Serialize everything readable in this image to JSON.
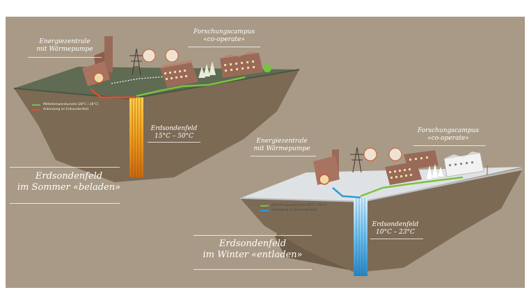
{
  "summer": {
    "title_line1": "Erdsondenfeld",
    "title_line2": "im Sommer «beladen»",
    "energy_line1": "Energiezentrale",
    "energy_line2": "mit Wärmepumpe",
    "campus_line1": "Forschungscampus",
    "campus_line2": "«co-operate»",
    "field_line1": "Erdsondenfeld",
    "field_line2": "15°C – 50°C",
    "legend": [
      {
        "label": "Mitteltemperaturnetz (28°C / 28°C)",
        "color": "#7bc142"
      },
      {
        "label": "Anbindung an Erdsondenfeld",
        "color": "#e84a2c"
      }
    ]
  },
  "winter": {
    "title_line1": "Erdsondenfeld",
    "title_line2": "im Winter «entladen»",
    "energy_line1": "Energiezentrale",
    "energy_line2": "mit Wärmepumpe",
    "campus_line1": "Forschungscampus",
    "campus_line2": "«co-operate»",
    "field_line1": "Erdsondenfeld",
    "field_line2": "10°C – 23°C",
    "legend": [
      {
        "label": "Mitteltemperaturnetz (28°C / 28°C)",
        "color": "#7bc142"
      },
      {
        "label": "Anbindung an Erdsondenfeld",
        "color": "#2f9bd6"
      }
    ]
  },
  "colors": {
    "background": "#a89a86",
    "summer_ground": "#5f6b52",
    "winter_ground": "#dfe2e4",
    "soil": "#7c6a55",
    "soil_dark": "#655643",
    "building": "#9a6a58",
    "window": "#f0d9a8"
  }
}
